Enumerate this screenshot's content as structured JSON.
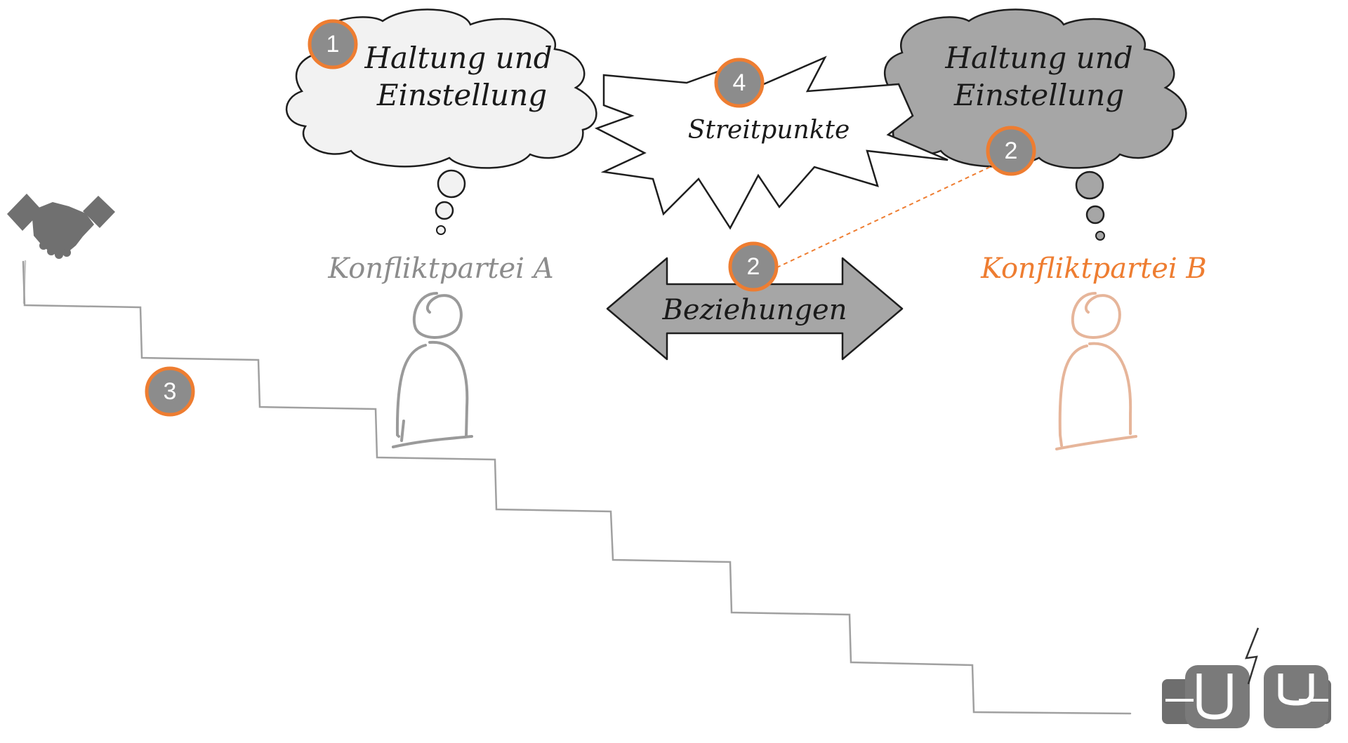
{
  "colors": {
    "accent": "#ee7d31",
    "gray": "#8c8c8c",
    "dark_gray": "#7a7a7a",
    "light_cloud": "#f2f2f2",
    "dark_cloud": "#a6a6a6",
    "arrow_fill": "#a6a6a6",
    "person_b": "#e6b59a"
  },
  "cloud_a": {
    "line1": "Haltung und",
    "line2": "Einstellung",
    "badge": "1"
  },
  "cloud_b": {
    "line1": "Haltung und",
    "line2": "Einstellung",
    "badge": "2"
  },
  "burst": {
    "label": "Streitpunkte",
    "badge": "4"
  },
  "relationship": {
    "label": "Beziehungen",
    "badge": "2"
  },
  "party_a": {
    "label": "Konfliktpartei A"
  },
  "party_b": {
    "label": "Konfliktpartei B"
  },
  "stairs": {
    "badge": "3"
  },
  "icons": {
    "top": "handshake-icon",
    "bottom": "fists-lightning-icon"
  }
}
